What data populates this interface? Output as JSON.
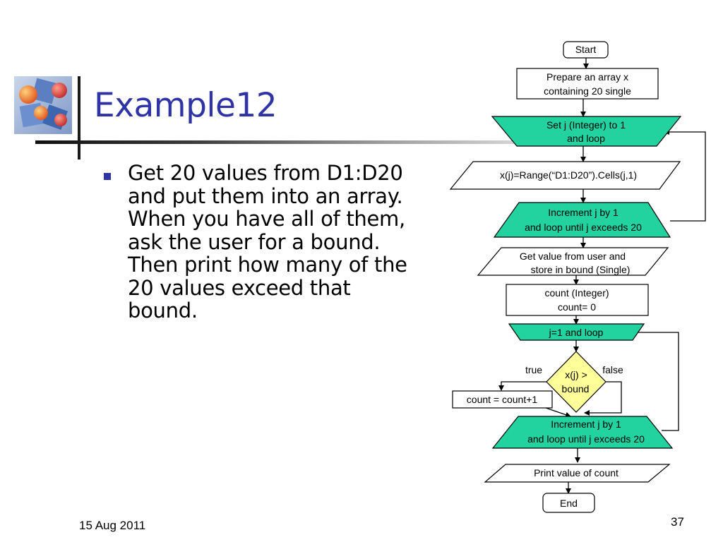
{
  "slide": {
    "title": "Example12",
    "bullet": "Get 20 values from D1:D20 and put them into an array. When you have all of them, ask the user for a bound. Then print how many of the 20 values exceed that bound.",
    "date": "15 Aug 2011",
    "page": "37"
  },
  "flowchart": {
    "start": "Start",
    "prepare": [
      "Prepare an array x",
      "containing 20 single"
    ],
    "loop1_start": [
      "Set j (Integer) to 1",
      "and loop"
    ],
    "assign": "x(j)=Range(“D1:D20”).Cells(j,1)",
    "loop1_end": [
      "Increment j by 1",
      "and loop until j exceeds 20"
    ],
    "input": [
      "Get value from user and",
      "store in bound (Single)"
    ],
    "count_init": [
      "count (Integer)",
      "count= 0"
    ],
    "loop2_start": "j=1 and loop",
    "decision": [
      "x(j) >",
      "bound"
    ],
    "true_label": "true",
    "false_label": "false",
    "increment_count": "count =  count+1",
    "loop2_end": [
      "Increment j by 1",
      "and loop until j exceeds 20"
    ],
    "print": "Print value of count",
    "end": "End"
  },
  "colors": {
    "title": "#2e34a6",
    "loop_fill": "#22d3a0",
    "decision_fill": "#ffff99"
  }
}
